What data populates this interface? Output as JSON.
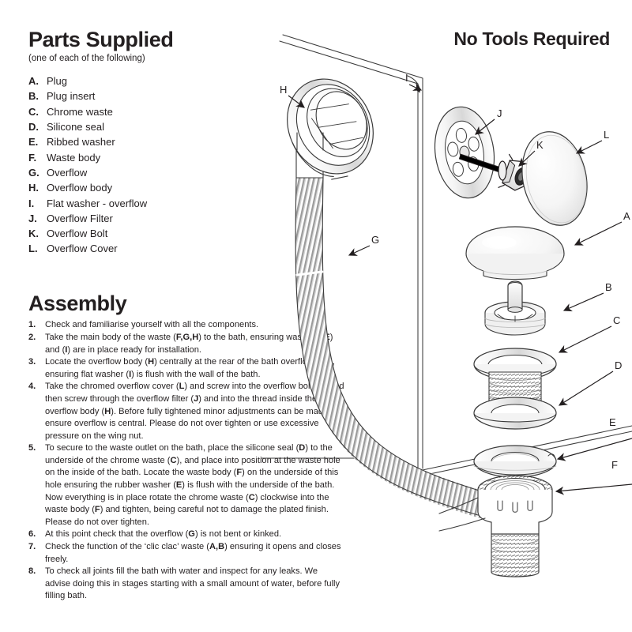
{
  "parts": {
    "heading": "Parts Supplied",
    "subtitle": "(one of each of the following)",
    "items": [
      {
        "letter": "A.",
        "name": "Plug"
      },
      {
        "letter": "B.",
        "name": "Plug insert"
      },
      {
        "letter": "C.",
        "name": "Chrome waste"
      },
      {
        "letter": "D.",
        "name": "Silicone seal"
      },
      {
        "letter": "E.",
        "name": "Ribbed washer"
      },
      {
        "letter": "F.",
        "name": "Waste body"
      },
      {
        "letter": "G.",
        "name": "Overflow"
      },
      {
        "letter": "H.",
        "name": "Overflow body"
      },
      {
        "letter": "I.",
        "name": "Flat washer - overflow"
      },
      {
        "letter": "J.",
        "name": "Overflow Filter"
      },
      {
        "letter": "K.",
        "name": "Overflow Bolt"
      },
      {
        "letter": "L.",
        "name": "Overflow Cover"
      }
    ]
  },
  "assembly": {
    "heading": "Assembly",
    "steps": [
      {
        "num": "1.",
        "text": "Check and familiarise yourself with all the components."
      },
      {
        "num": "2.",
        "text": "Take the main body of the waste (<b>F,G,H</b>) to the bath, ensuring washers (<b>E</b>) and (<b>I</b>) are in place ready for installation."
      },
      {
        "num": "3.",
        "text": "Locate the overflow body (<b>H</b>) centrally at the rear of the bath overflow hole, ensuring flat washer (<b>I</b>) is flush with the wall of the bath."
      },
      {
        "num": "4.",
        "text": "Take the chromed overflow cover (<b>L</b>) and screw into the overflow bolt (<b>K</b>) and then screw through the overflow filter (<b>J</b>) and into the thread inside the overflow body (<b>H</b>). Before fully tightened minor adjustments can be made to ensure overflow is central. Please do not over tighten or use excessive pressure on the wing nut."
      },
      {
        "num": "5.",
        "text": "To secure to the waste outlet on the bath, place the silicone seal (<b>D</b>) to the underside of the chrome waste (<b>C</b>), and place into position at the waste hole on the inside of the bath.  Locate the waste body (<b>F</b>) on the underside of this hole ensuring the rubber washer (<b>E</b>) is flush with the underside of the bath.  Now everything is in place rotate the chrome waste (<b>C</b>) clockwise into the waste body (<b>F</b>) and tighten, being careful not to damage the plated finish.  Please do not over tighten."
      },
      {
        "num": "6.",
        "text": "At this point check that the overflow (<b>G</b>) is not bent or kinked."
      },
      {
        "num": "7.",
        "text": "Check the function of the &lsquo;clic clac&rsquo; waste (<b>A,B</b>) ensuring it opens and closes freely."
      },
      {
        "num": "8.",
        "text": "To check all joints fill the bath with water and inspect for any leaks.  We advise doing this in stages starting with a small amount of water, before fully filling bath."
      }
    ]
  },
  "tools_heading": "No Tools Required",
  "diagram": {
    "callouts": [
      {
        "id": "H",
        "label": "H"
      },
      {
        "id": "I",
        "label": "I"
      },
      {
        "id": "J",
        "label": "J"
      },
      {
        "id": "K",
        "label": "K"
      },
      {
        "id": "L",
        "label": "L"
      },
      {
        "id": "A",
        "label": "A"
      },
      {
        "id": "B",
        "label": "B"
      },
      {
        "id": "C",
        "label": "C"
      },
      {
        "id": "D",
        "label": "D"
      },
      {
        "id": "E",
        "label": "E"
      },
      {
        "id": "F",
        "label": "F"
      },
      {
        "id": "G",
        "label": "G"
      }
    ]
  },
  "colors": {
    "ink": "#231f20",
    "line": "#3a3a3a",
    "metal_light": "#f2f2f2",
    "metal_mid": "#cfcfcf",
    "metal_dark": "#8a8a8a",
    "background": "#ffffff"
  }
}
